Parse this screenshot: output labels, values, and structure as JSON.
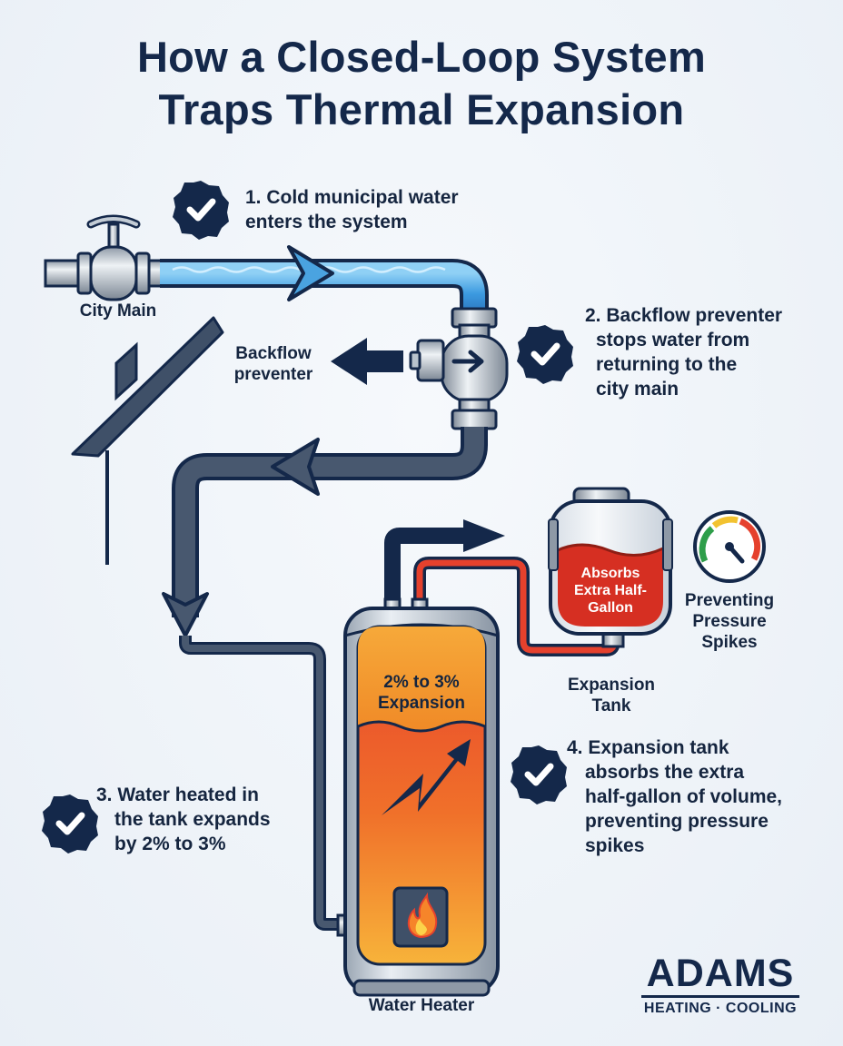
{
  "title": {
    "line1": "How a Closed-Loop System",
    "line2": "Traps Thermal Expansion"
  },
  "steps": [
    {
      "lines": [
        "1. Cold municipal water",
        "enters the system"
      ]
    },
    {
      "lines": [
        "2. Backflow preventer",
        "stops water from",
        "returning to the",
        "city main"
      ]
    },
    {
      "lines": [
        "3. Water heated in",
        "the tank expands",
        "by 2% to 3%"
      ]
    },
    {
      "lines": [
        "4. Expansion tank",
        "absorbs the extra",
        "half-gallon of volume,",
        "preventing pressure",
        "spikes"
      ]
    }
  ],
  "labels": {
    "city_main": "City Main",
    "backflow": [
      "Backflow",
      "preventer"
    ],
    "expansion_tank": [
      "Expansion",
      "Tank"
    ],
    "preventing": [
      "Preventing",
      "Pressure",
      "Spikes"
    ],
    "water_heater": "Water Heater",
    "tank_inner": [
      "Absorbs",
      "Extra Half-",
      "Gallon"
    ],
    "heater_inner": [
      "2% to 3%",
      "Expansion"
    ]
  },
  "logo": {
    "name": "ADAMS",
    "tagline": "HEATING · COOLING"
  },
  "colors": {
    "navy": "#14284a",
    "pipe_dark": "#3f5068",
    "water_blue": "#4aa3e0",
    "hot_red": "#e5412d",
    "heater_orange": "#f29a2e",
    "steel": "#b9c3cd"
  }
}
